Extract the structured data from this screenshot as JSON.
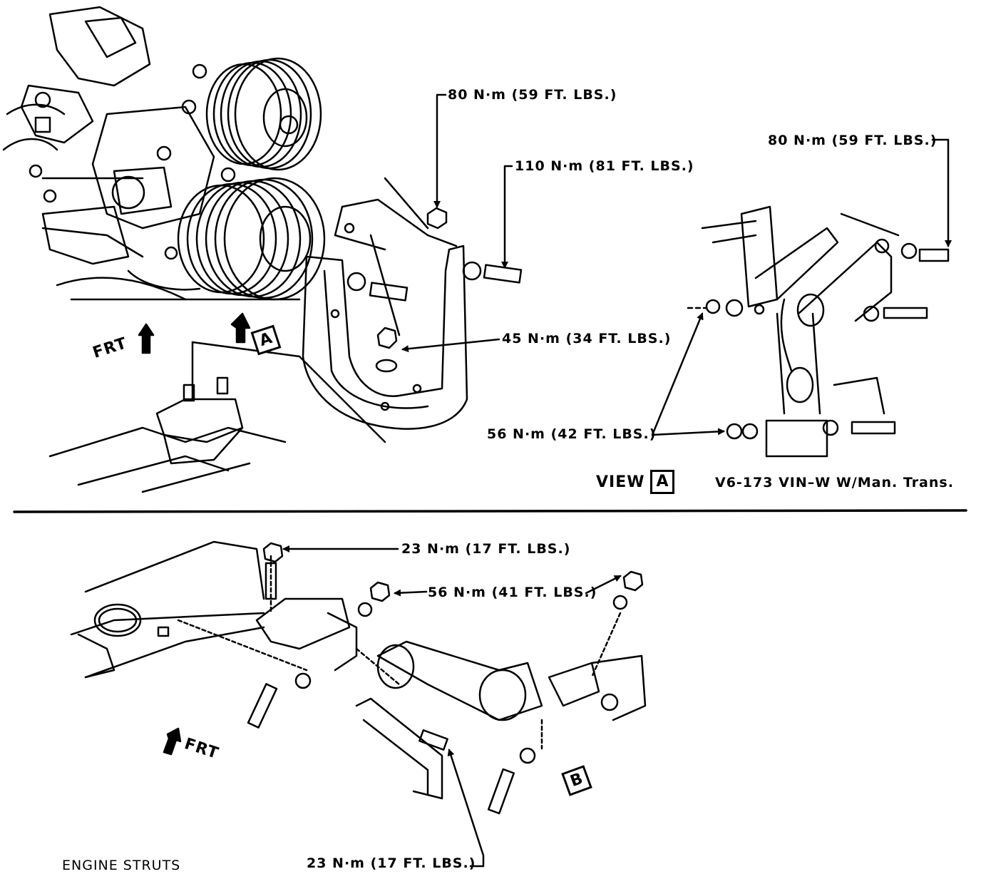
{
  "top_section": {
    "torque_80a": "80 N·m (59 FT. LBS.)",
    "torque_110": "110 N·m (81 FT. LBS.)",
    "torque_45": "45 N·m (34 FT. LBS.)",
    "torque_80b": "80 N·m (59 FT. LBS.)",
    "torque_56": "56 N·m (42 FT. LBS.)",
    "frt": "FRT",
    "view_a_marker": "A",
    "view_label": "VIEW",
    "view_box": "A",
    "engine_caption": "V6-173 VIN–W W/Man. Trans."
  },
  "bottom_section": {
    "torque_23a": "23 N·m (17 FT. LBS.)",
    "torque_56b": "56 N·m (41 FT. LBS.)",
    "torque_23b": "23 N·m (17 FT. LBS.)",
    "frt": "FRT",
    "b_marker": "B",
    "title": "ENGINE STRUTS"
  },
  "icons": [
    "arrow-icon",
    "bolt-icon",
    "nut-icon",
    "washer-icon",
    "pulley-icon",
    "bracket-icon"
  ]
}
